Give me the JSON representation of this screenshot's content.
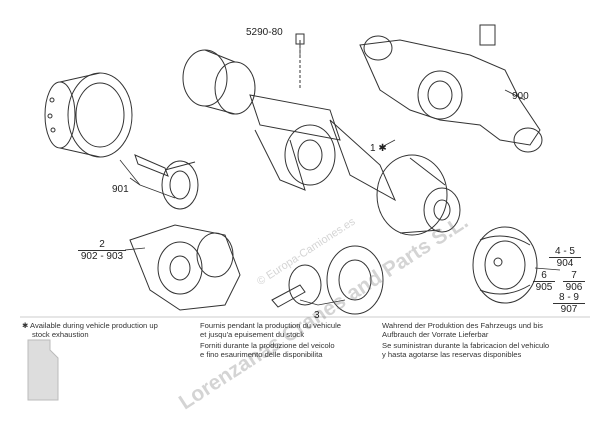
{
  "labels": {
    "l_5290_80": "5290-80",
    "l_900": "900",
    "l_901": "901",
    "l_1star": "1 ✱",
    "l_3": "3"
  },
  "fractions": {
    "f_2": {
      "num": "2",
      "den": "902 - 903"
    },
    "f_4_5": {
      "num": "4 - 5",
      "den": "904"
    },
    "f_6": {
      "num": "6",
      "den": "905"
    },
    "f_7": {
      "num": "7",
      "den": "906"
    },
    "f_8_9": {
      "num": "8 - 9",
      "den": "907"
    }
  },
  "notes": {
    "en_1": "✱ Available during vehicle production up",
    "en_2": "stock exhaustion",
    "fr_1": "Fournis pendant la production du vehicule",
    "fr_2": "et jusqu'a epuisement du stock",
    "it_1": "Forniti durante la produzione del veicolo",
    "it_2": "e fino esaurimento delle disponibilita",
    "de_1": "Wahrend der Produktion des Fahrzeugs und bis",
    "de_2": "Aufbrauch der Vorrate Lieferbar",
    "es_1": "Se suministran durante la fabricacion del vehiculo",
    "es_2": "y hasta agotarse las reservas disponibles"
  },
  "watermark": {
    "main": "Lorenzanas Cranes and Parts S.L.",
    "site": "© Europa-Camiones.es"
  },
  "colors": {
    "ink": "#222222",
    "line": "#333333",
    "background": "#ffffff"
  }
}
